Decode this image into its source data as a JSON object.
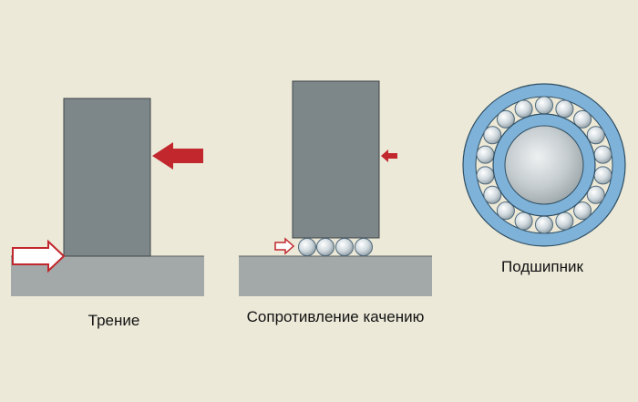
{
  "labels": {
    "friction": "Трение",
    "rolling_resistance": "Сопротивление качению",
    "bearing": "Подшипник"
  },
  "colors": {
    "background": "#ece9d8",
    "block": "#7d8789",
    "ground": "#a3a9a9",
    "arrow": "#c1272d",
    "bearing_ring": "#7fb2d9",
    "ball": "#d2dce0",
    "inner_race": "#c5cccf"
  },
  "bearing": {
    "ball_count": 18
  }
}
